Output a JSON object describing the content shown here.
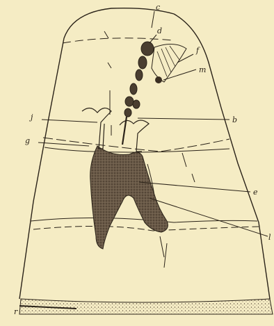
{
  "figure": {
    "background": "#f5ecc4",
    "ink": "#2a2218",
    "labels": {
      "c": "c",
      "d": "d",
      "f": "f",
      "m": "m",
      "j": "j",
      "b": "b",
      "g": "g",
      "e": "e",
      "l": "l",
      "r": "r"
    }
  }
}
